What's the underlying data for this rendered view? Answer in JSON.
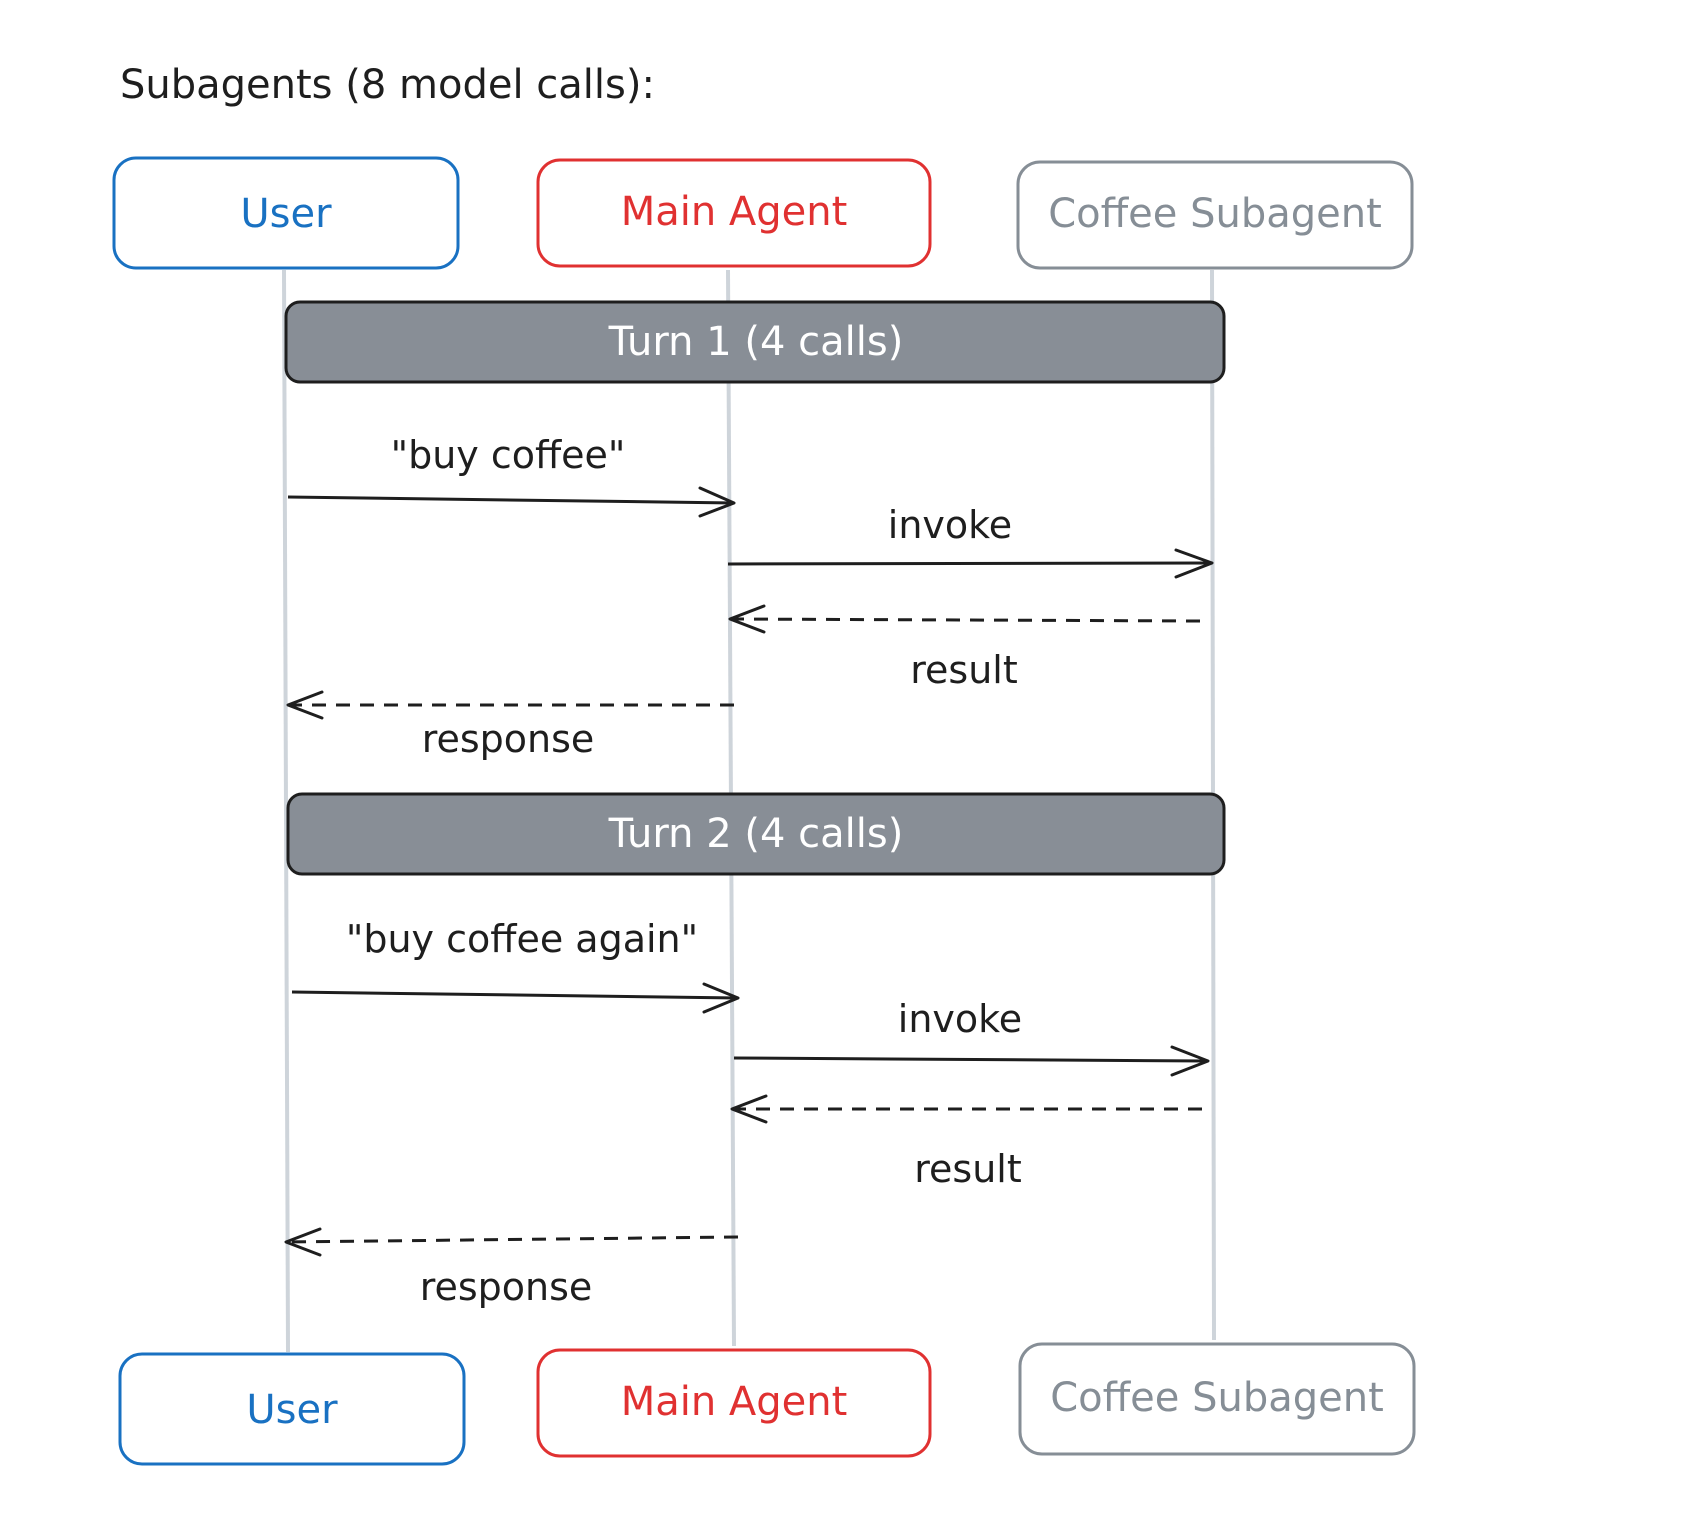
{
  "title": "Subagents (8 model calls):",
  "colors": {
    "user": "#1971c2",
    "main_agent": "#e03131",
    "coffee_subagent": "#868e96",
    "lifeline": "#ced4da",
    "turn_fill": "#888e96",
    "ink": "#1e1e1e"
  },
  "participants": [
    {
      "id": "user",
      "label": "User",
      "color": "#1971c2"
    },
    {
      "id": "main_agent",
      "label": "Main Agent",
      "color": "#e03131"
    },
    {
      "id": "coffee_subagent",
      "label": "Coffee Subagent",
      "color": "#868e96"
    }
  ],
  "turns": [
    {
      "label": "Turn 1 (4 calls)",
      "messages": [
        {
          "from": "user",
          "to": "main_agent",
          "label": "\"buy coffee\"",
          "style": "solid"
        },
        {
          "from": "main_agent",
          "to": "coffee_subagent",
          "label": "invoke",
          "style": "solid"
        },
        {
          "from": "coffee_subagent",
          "to": "main_agent",
          "label": "result",
          "style": "dashed"
        },
        {
          "from": "main_agent",
          "to": "user",
          "label": "response",
          "style": "dashed"
        }
      ]
    },
    {
      "label": "Turn 2 (4 calls)",
      "messages": [
        {
          "from": "user",
          "to": "main_agent",
          "label": "\"buy coffee again\"",
          "style": "solid"
        },
        {
          "from": "main_agent",
          "to": "coffee_subagent",
          "label": "invoke",
          "style": "solid"
        },
        {
          "from": "coffee_subagent",
          "to": "main_agent",
          "label": "result",
          "style": "dashed"
        },
        {
          "from": "main_agent",
          "to": "user",
          "label": "response",
          "style": "dashed"
        }
      ]
    }
  ]
}
